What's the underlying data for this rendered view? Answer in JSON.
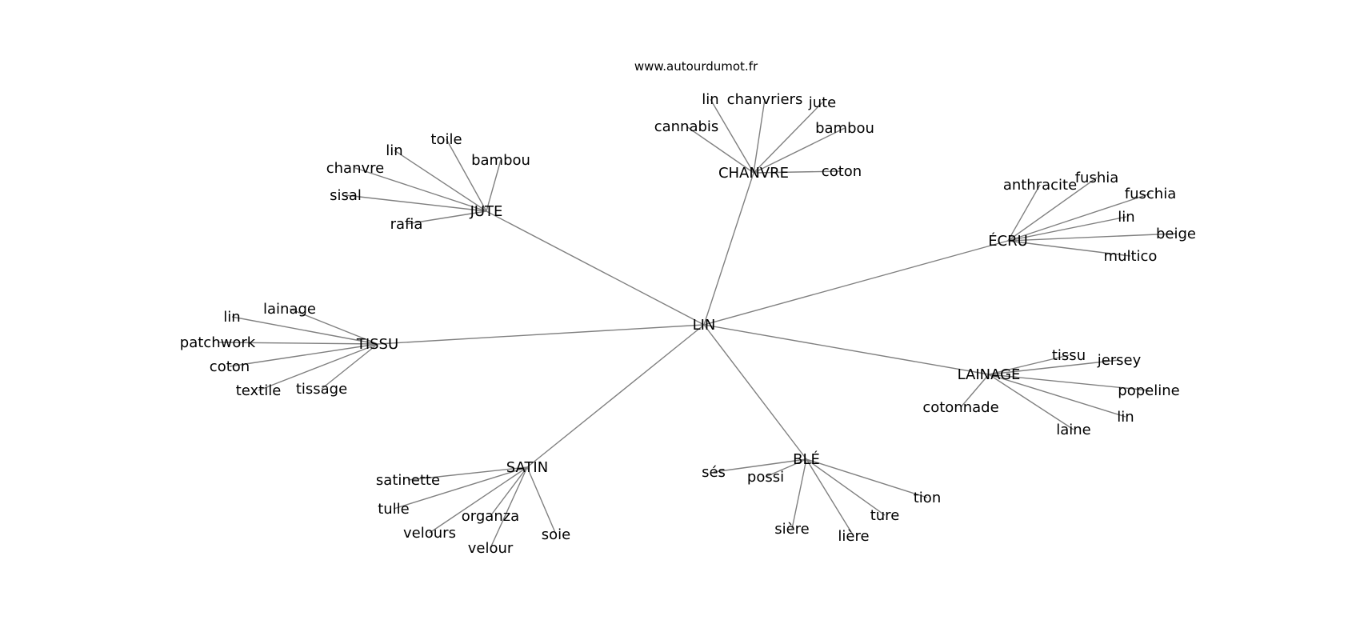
{
  "site": "www.autourdumot.fr",
  "edge_color": "#808080",
  "center": "LIN",
  "hubs": [
    {
      "label": "CHANVRE",
      "leaves": [
        "lin",
        "chanvriers",
        "jute",
        "cannabis",
        "bambou",
        "coton"
      ]
    },
    {
      "label": "JUTE",
      "leaves": [
        "toile",
        "lin",
        "bambou",
        "chanvre",
        "sisal",
        "rafia"
      ]
    },
    {
      "label": "ÉCRU",
      "leaves": [
        "anthracite",
        "fushia",
        "fuschia",
        "lin",
        "beige",
        "multico"
      ]
    },
    {
      "label": "TISSU",
      "leaves": [
        "lin",
        "lainage",
        "patchwork",
        "coton",
        "textile",
        "tissage"
      ]
    },
    {
      "label": "LAINAGE",
      "leaves": [
        "tissu",
        "jersey",
        "popeline",
        "cotonnade",
        "lin",
        "laine"
      ]
    },
    {
      "label": "BLÉ",
      "leaves": [
        "sés",
        "possi",
        "tion",
        "ture",
        "sière",
        "lière"
      ]
    },
    {
      "label": "SATIN",
      "leaves": [
        "satinette",
        "tulle",
        "organza",
        "velours",
        "velour",
        "soie"
      ]
    }
  ]
}
